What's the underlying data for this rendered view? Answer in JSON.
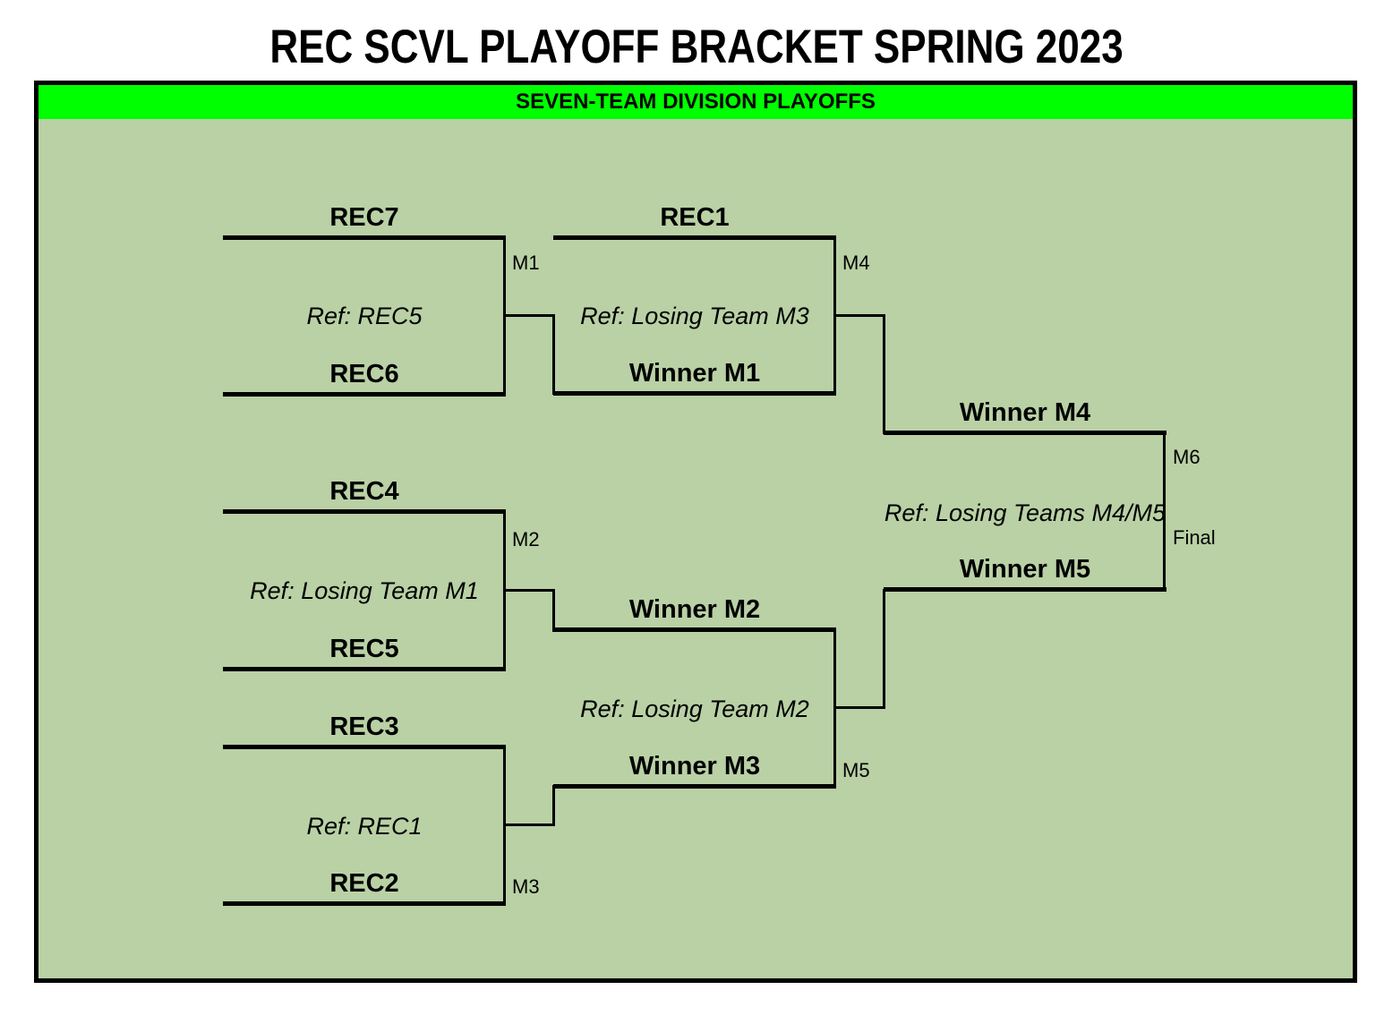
{
  "page": {
    "title": "REC SCVL PLAYOFF BRACKET SPRING 2023"
  },
  "division": {
    "header": "SEVEN-TEAM DIVISION PLAYOFFS"
  },
  "colors": {
    "header_bg": "#00ff00",
    "panel_bg": "#b9d1a5",
    "line": "#000000"
  },
  "bracket": {
    "round1": [
      {
        "label": "M1",
        "top_team": "REC7",
        "bottom_team": "REC6",
        "ref_note": "Ref: REC5"
      },
      {
        "label": "M2",
        "top_team": "REC4",
        "bottom_team": "REC5",
        "ref_note": "Ref: Losing Team M1"
      },
      {
        "label": "M3",
        "top_team": "REC3",
        "bottom_team": "REC2",
        "ref_note": "Ref: REC1"
      }
    ],
    "round2": [
      {
        "label": "M4",
        "top_team": "REC1",
        "bottom_team": "Winner M1",
        "ref_note": "Ref: Losing Team M3"
      },
      {
        "label": "M5",
        "top_team": "Winner M2",
        "bottom_team": "Winner M3",
        "ref_note": "Ref: Losing Team M2"
      }
    ],
    "final": {
      "label": "M6",
      "sub_label": "Final",
      "top_team": "Winner M4",
      "bottom_team": "Winner M5",
      "ref_note": "Ref: Losing Teams M4/M5"
    }
  }
}
